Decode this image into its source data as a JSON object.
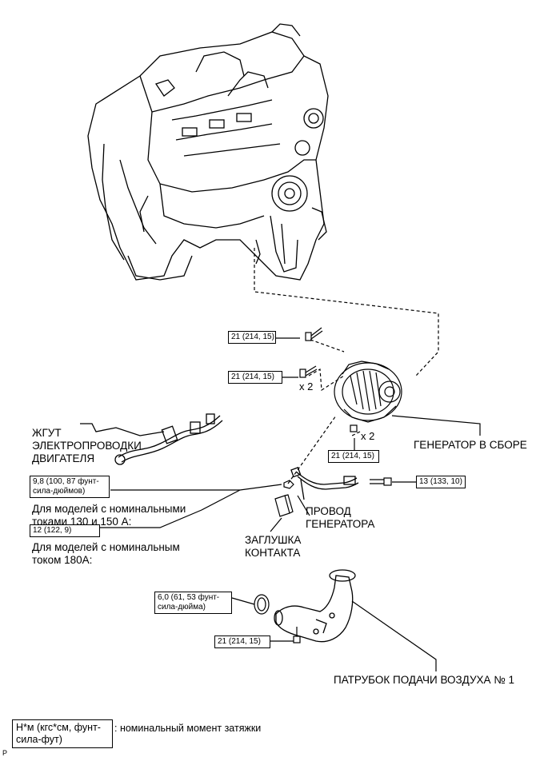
{
  "torques": {
    "t1": "21 (214, 15)",
    "t2": "21 (214, 15)",
    "t3": "21 (214, 15)",
    "t4": "13 (133, 10)",
    "t5": "9,8 (100, 87 фунт-\nсила-дюймов)",
    "t6": "12 (122, 9)",
    "t7": "6,0 (61, 53 фунт-\nсила-дюйма)",
    "t8": "21 (214, 15)"
  },
  "multipliers": {
    "m1": "x 2",
    "m2": "x 2"
  },
  "labels": {
    "harness": "ЖГУТ\nЭЛЕКТРОПРОВОДКИ\nДВИГАТЕЛЯ",
    "generator": "ГЕНЕРАТОР В СБОРЕ",
    "wire": "ПРОВОД\nГЕНЕРАТОРА",
    "plug": "ЗАГЛУШКА\nКОНТАКТА",
    "note_130_150": "Для моделей с номинальными\nтоками 130 и 150 А:",
    "note_180": "Для моделей с номинальным\nтоком 180А:",
    "intake_pipe": "ПАТРУБОК ПОДАЧИ ВОЗДУХА № 1"
  },
  "legend": {
    "box": "Н*м (кгс*см, фунт-\nсила-фут)",
    "text": ": номинальный момент затяжки"
  },
  "corner_mark": "P"
}
